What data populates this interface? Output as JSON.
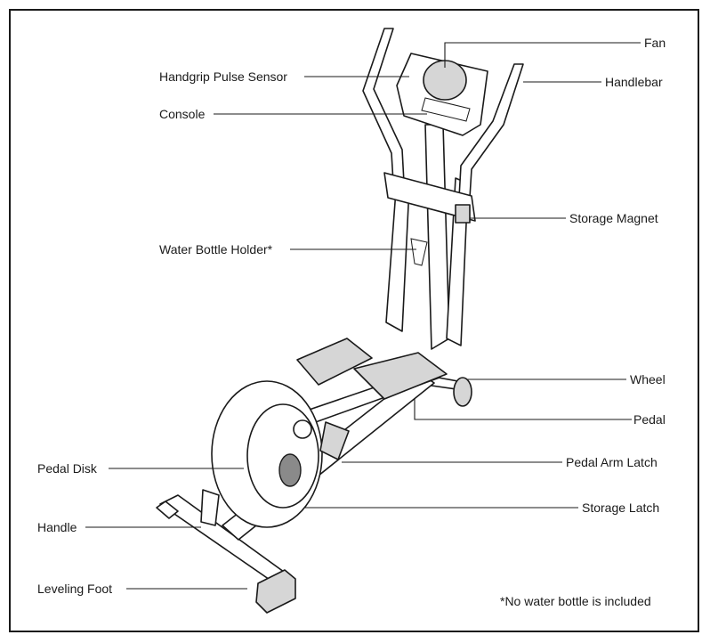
{
  "labels": {
    "fan": "Fan",
    "handgrip_pulse_sensor": "Handgrip Pulse Sensor",
    "handlebar": "Handlebar",
    "console": "Console",
    "storage_magnet": "Storage Magnet",
    "water_bottle_holder": "Water Bottle Holder*",
    "wheel": "Wheel",
    "pedal": "Pedal",
    "pedal_disk": "Pedal Disk",
    "pedal_arm_latch": "Pedal Arm Latch",
    "storage_latch": "Storage Latch",
    "handle": "Handle",
    "leveling_foot": "Leveling Foot"
  },
  "footnote": "*No water bottle is included"
}
